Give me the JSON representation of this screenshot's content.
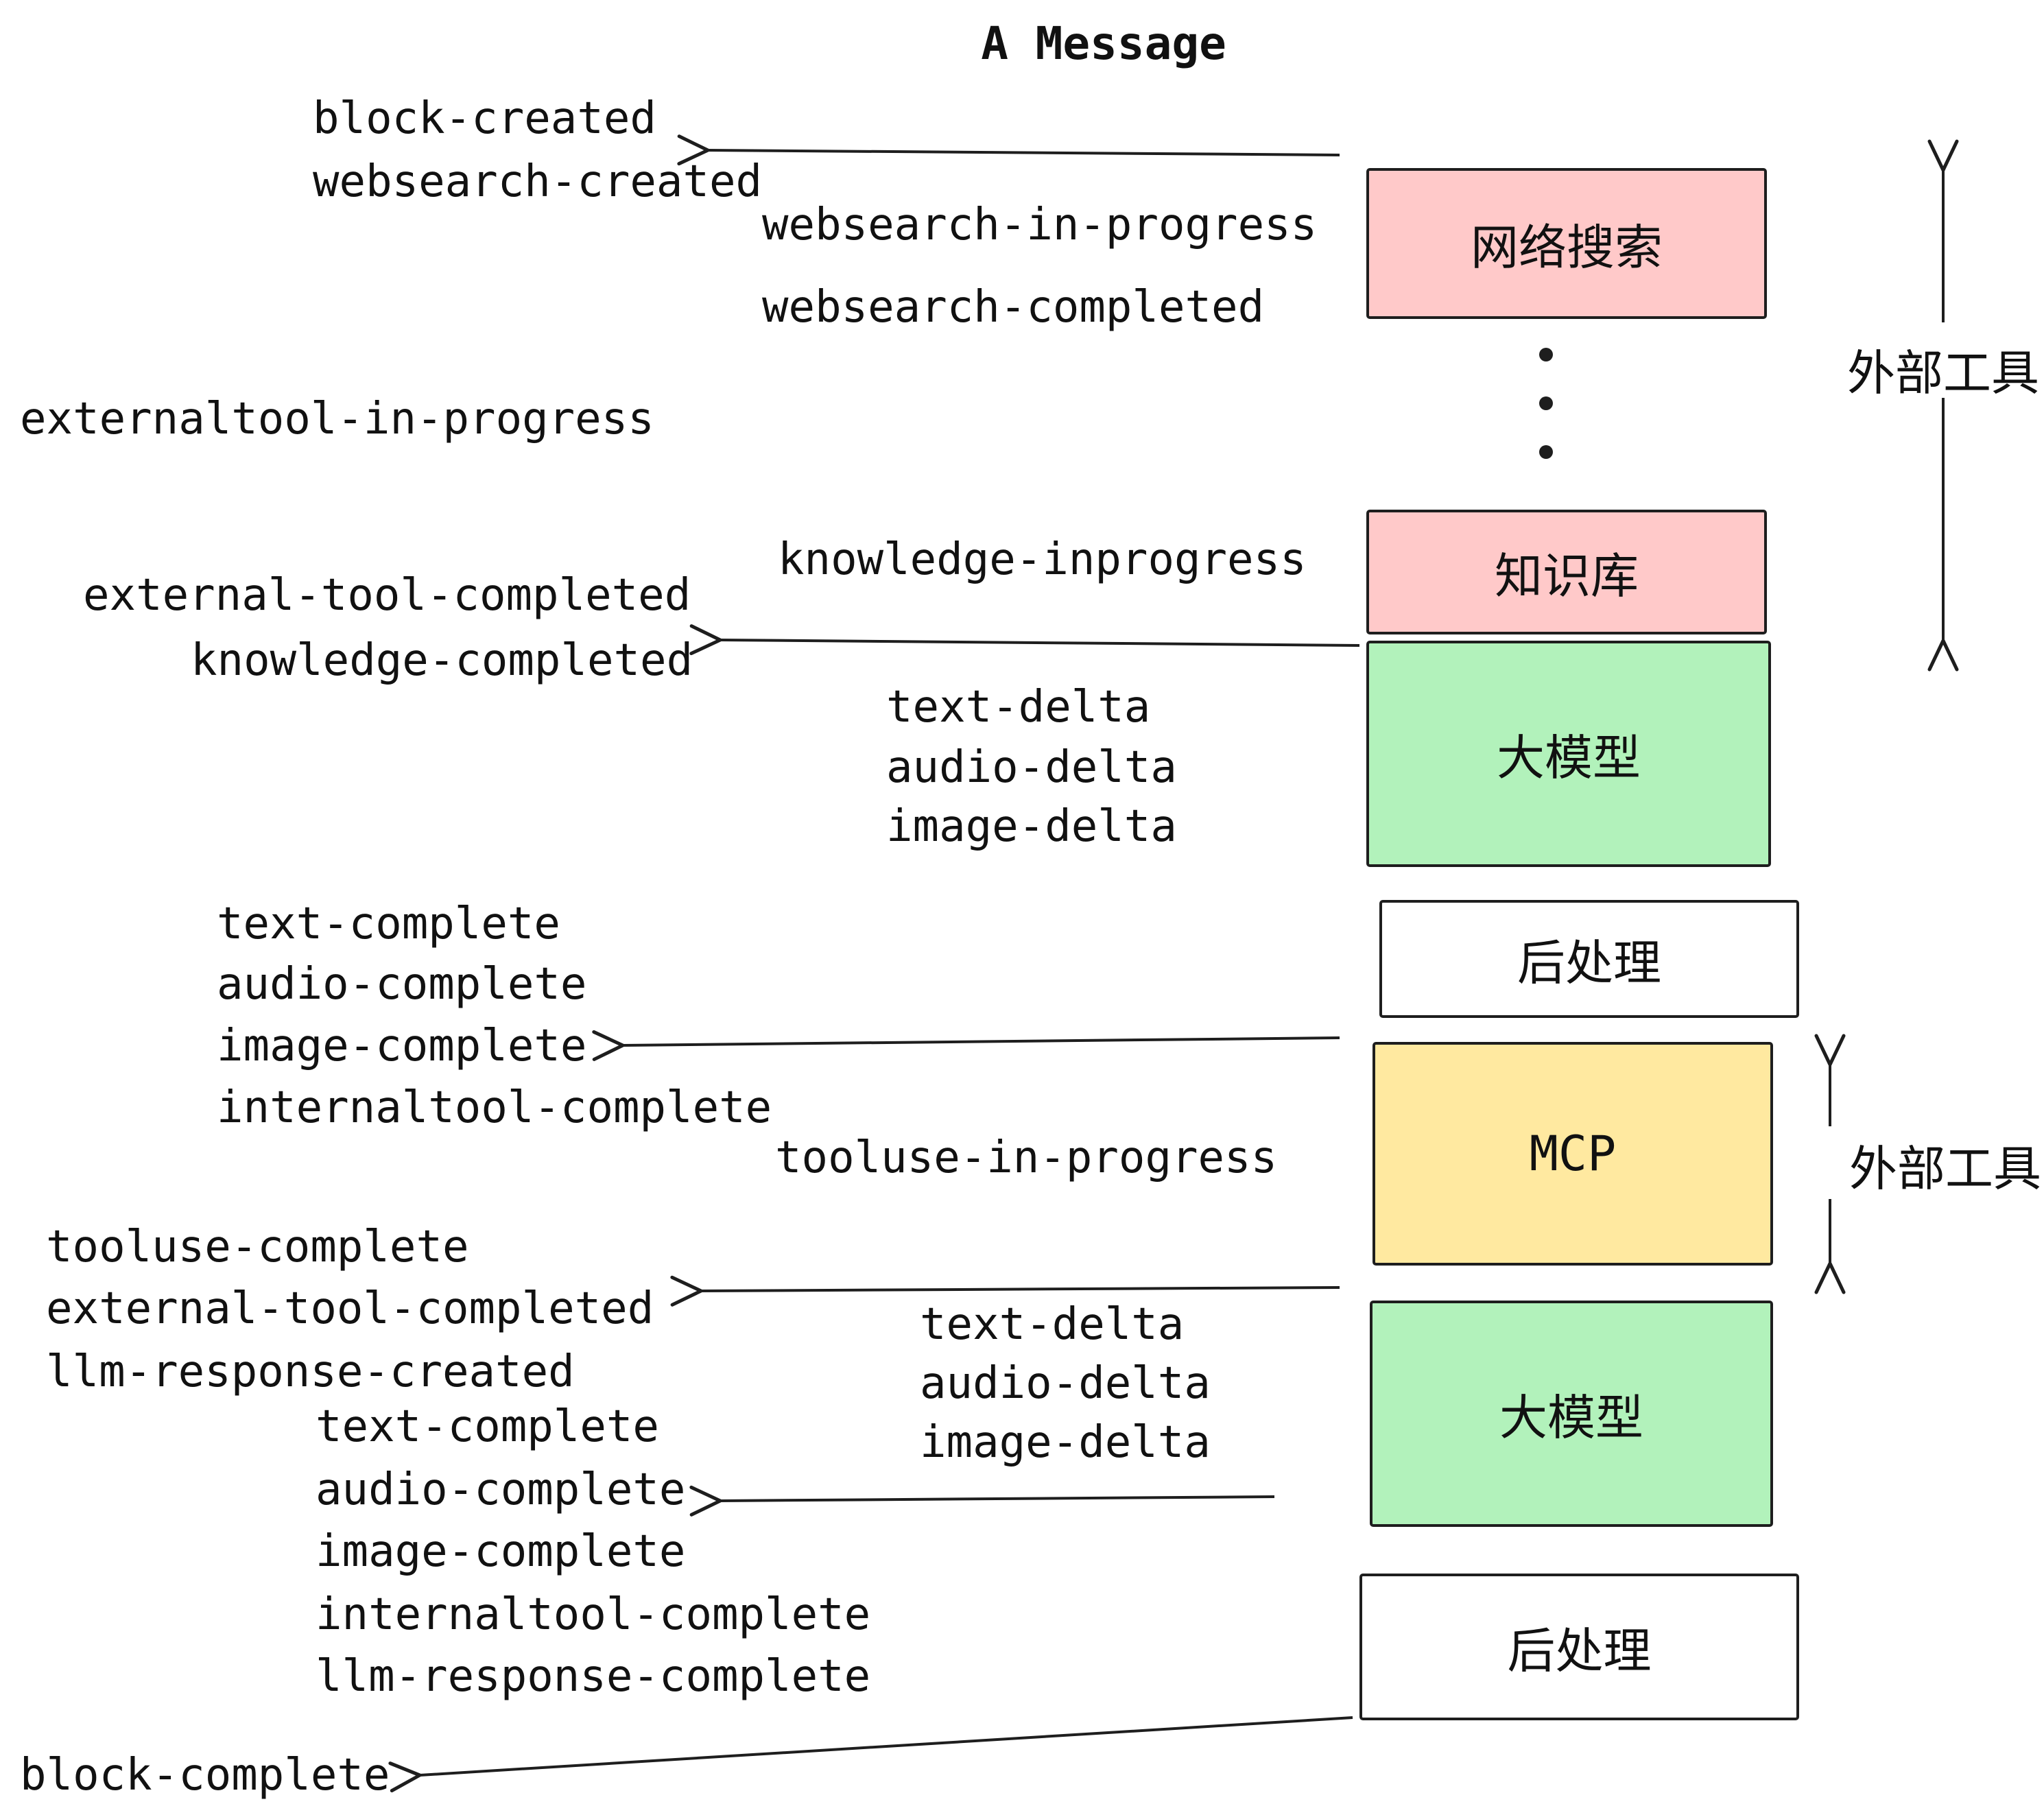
{
  "title": "A Message",
  "colors": {
    "pink": "#ffc9c9",
    "green": "#b2f2bb",
    "yellow": "#ffe9a0",
    "white": "#ffffff",
    "ink": "#1e1e1e"
  },
  "boxes": {
    "websearch": {
      "label": "网络搜索",
      "color": "pink"
    },
    "knowledge": {
      "label": "知识库",
      "color": "pink"
    },
    "llm1": {
      "label": "大模型",
      "color": "green"
    },
    "post1": {
      "label": "后处理",
      "color": "white"
    },
    "mcp": {
      "label": "MCP",
      "color": "yellow"
    },
    "llm2": {
      "label": "大模型",
      "color": "green"
    },
    "post2": {
      "label": "后处理",
      "color": "white"
    }
  },
  "annotations": {
    "external_tools_top": "外部工具",
    "external_tools_mcp": "外部工具"
  },
  "events": {
    "block_created": "block-created",
    "websearch_created": "websearch-created",
    "websearch_in_progress": "websearch-in-progress",
    "websearch_completed": "websearch-completed",
    "externaltool_in_progress": "externaltool-in-progress",
    "knowledge_inprogress": "knowledge-inprogress",
    "external_tool_completed_1": "external-tool-completed",
    "knowledge_completed": "knowledge-completed",
    "text_delta_1": "text-delta",
    "audio_delta_1": "audio-delta",
    "image_delta_1": "image-delta",
    "text_complete_1": "text-complete",
    "audio_complete_1": "audio-complete",
    "image_complete_1": "image-complete",
    "internaltool_complete_1": "internaltool-complete",
    "tooluse_in_progress": "tooluse-in-progress",
    "tooluse_complete": "tooluse-complete",
    "external_tool_completed_2": "external-tool-completed",
    "llm_response_created": "llm-response-created",
    "text_delta_2": "text-delta",
    "audio_delta_2": "audio-delta",
    "image_delta_2": "image-delta",
    "text_complete_2": "text-complete",
    "audio_complete_2": "audio-complete",
    "image_complete_2": "image-complete",
    "internaltool_complete_2": "internaltool-complete",
    "llm_response_complete": "llm-response-complete",
    "block_complete": "block-complete"
  }
}
